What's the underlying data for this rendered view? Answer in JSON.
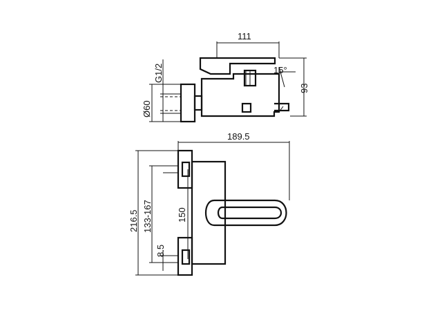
{
  "drawing": {
    "top_view": {
      "width_label": "111",
      "height_label": "93",
      "angle_label": "15°",
      "thread_label": "G1/2",
      "diameter_label": "Ø60"
    },
    "front_view": {
      "width_label": "189.5",
      "overall_height_label": "216.5",
      "adjust_range_label": "133-167",
      "center_distance_label": "150",
      "offset_label": "8.5"
    }
  }
}
